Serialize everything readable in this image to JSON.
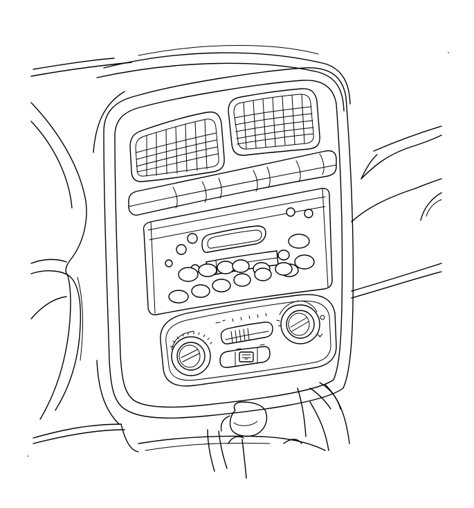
{
  "illustration": {
    "line_color": "#000000",
    "background_color": "#ffffff",
    "controls": {
      "fan_positions": 5,
      "vent_modes": 5,
      "radio_preset_buttons": 6
    }
  }
}
